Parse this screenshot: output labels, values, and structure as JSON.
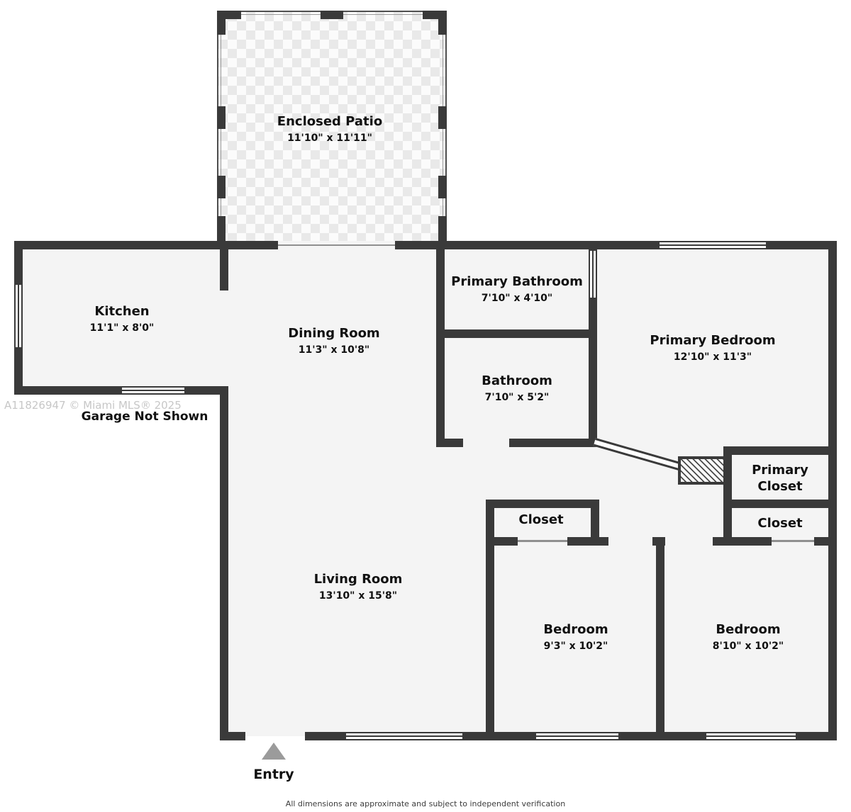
{
  "watermark": "A11826947 © Miami MLS® 2025",
  "footer": {
    "disclaimer": "All dimensions are approximate and subject to independent verification"
  },
  "annotations": {
    "garage_note": "Garage Not Shown",
    "entry_label": "Entry"
  },
  "rooms": {
    "enclosed_patio": {
      "name": "Enclosed Patio",
      "dims": "11'10\" x 11'11\""
    },
    "kitchen": {
      "name": "Kitchen",
      "dims": "11'1\" x 8'0\""
    },
    "dining_room": {
      "name": "Dining Room",
      "dims": "11'3\" x 10'8\""
    },
    "primary_bathroom": {
      "name": "Primary Bathroom",
      "dims": "7'10\" x 4'10\""
    },
    "primary_bedroom": {
      "name": "Primary Bedroom",
      "dims": "12'10\" x 11'3\""
    },
    "bathroom": {
      "name": "Bathroom",
      "dims": "7'10\" x 5'2\""
    },
    "primary_closet": {
      "name": "Primary Closet"
    },
    "closet_right": {
      "name": "Closet"
    },
    "closet_center": {
      "name": "Closet"
    },
    "living_room": {
      "name": "Living Room",
      "dims": "13'10\" x 15'8\""
    },
    "bedroom_center": {
      "name": "Bedroom",
      "dims": "9'3\" x 10'2\""
    },
    "bedroom_right": {
      "name": "Bedroom",
      "dims": "8'10\" x 10'2\""
    }
  },
  "colors": {
    "wall": "#3a3a3a",
    "floor": "#f4f4f4",
    "text": "#111111",
    "watermark": "#c7c7c7",
    "door_line": "#8f8f8f"
  }
}
